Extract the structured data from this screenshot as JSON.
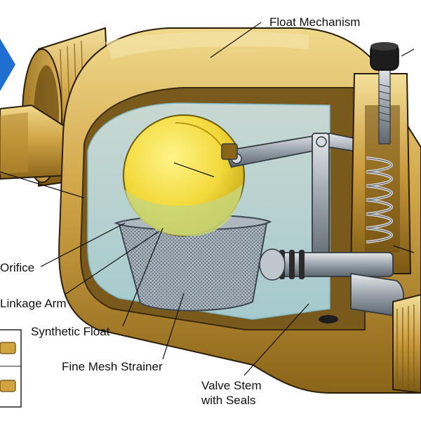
{
  "labels": {
    "float_mechanism": "Float Mechanism",
    "orifice": "Orifice",
    "linkage_arm": "Linkage Arm",
    "synthetic_float": "Synthetic Float",
    "fine_mesh_strainer": "Fine Mesh Strainer",
    "valve_stem_line1": "Valve Stem",
    "valve_stem_line2": "with Seals"
  },
  "colors": {
    "brass_light": "#e6c46a",
    "brass_mid": "#c9993a",
    "brass_dark": "#8a6418",
    "water": "#bfe3ea",
    "float_yellow": "#f2d93a",
    "float_green": "#c7d67a",
    "steel": "#9aa3ab",
    "arrow_blue": "#1e6fd0"
  }
}
